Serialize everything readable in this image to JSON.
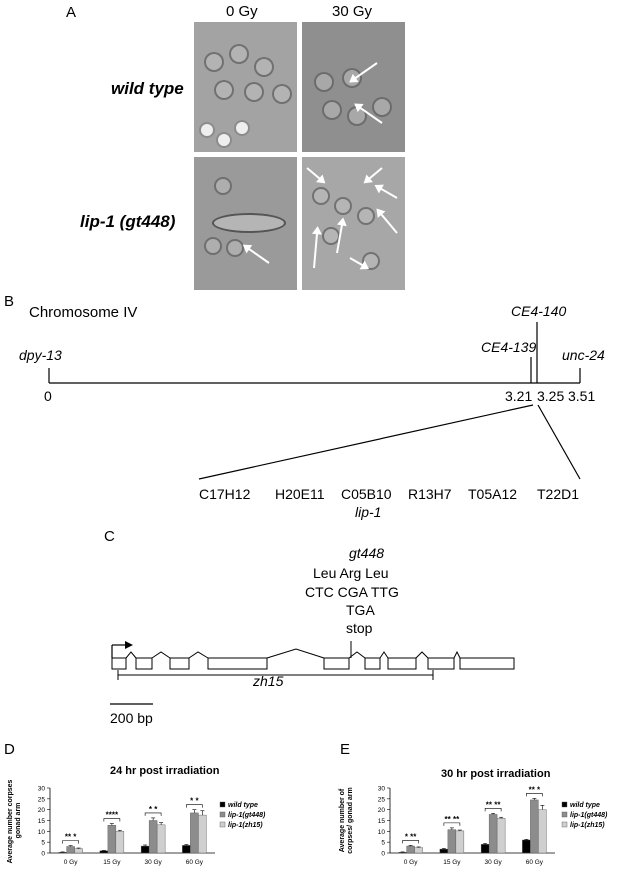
{
  "panel_a": {
    "label": "A",
    "col_headers": [
      "0 Gy",
      "30 Gy"
    ],
    "row_labels": [
      "wild type",
      "lip-1 (gt448)"
    ]
  },
  "panel_b": {
    "label": "B",
    "chromosome": "Chromosome IV",
    "markers": {
      "left": "dpy-13",
      "ce139": "CE4-139",
      "ce140": "CE4-140",
      "right": "unc-24"
    },
    "positions": [
      "0",
      "3.21",
      "3.25",
      "3.51"
    ],
    "cosmids": [
      "C17H12",
      "H20E11",
      "C05B10",
      "R13H7",
      "T05A12",
      "T22D1"
    ],
    "gene": "lip-1"
  },
  "panel_c": {
    "label": "C",
    "allele": "gt448",
    "amino_acids": "Leu Arg Leu",
    "codons": "CTC CGA TTG",
    "mutant_codon": "TGA",
    "effect": "stop",
    "deletion": "zh15",
    "scale": "200 bp"
  },
  "legend": [
    "wild type",
    "lip-1(gt448)",
    "lip-1(zh15)"
  ],
  "colors": {
    "wild_type": "#000000",
    "gt448": "#8c8c8c",
    "zh15": "#cfcfcf"
  },
  "chart_data": [
    {
      "panel": "D",
      "type": "bar",
      "title": "24 hr post irradiation",
      "ylabel": "Average number corpses/ gonad arm",
      "categories": [
        "0 Gy",
        "15 Gy",
        "30 Gy",
        "60 Gy"
      ],
      "ylim": [
        0,
        30
      ],
      "yticks": [
        0,
        5,
        10,
        15,
        20,
        25,
        30
      ],
      "series": [
        {
          "name": "wild type",
          "values": [
            0.3,
            1.0,
            3.2,
            3.5
          ],
          "errors": [
            0.2,
            0.2,
            0.5,
            0.4
          ]
        },
        {
          "name": "lip-1(gt448)",
          "values": [
            3.0,
            12.8,
            15.0,
            18.5
          ],
          "errors": [
            0.4,
            0.8,
            1.2,
            1.5
          ]
        },
        {
          "name": "lip-1(zh15)",
          "values": [
            2.0,
            10.0,
            13.0,
            17.5
          ],
          "errors": [
            0.3,
            0.5,
            1.0,
            2.0
          ]
        }
      ],
      "significance": [
        "** *",
        "****",
        "* *",
        "* *"
      ]
    },
    {
      "panel": "E",
      "type": "bar",
      "title": "30 hr post irradiation",
      "ylabel": "Average number of corpses/ gonad arm",
      "categories": [
        "0 Gy",
        "15 Gy",
        "30 Gy",
        "60 Gy"
      ],
      "ylim": [
        0,
        30
      ],
      "yticks": [
        0,
        5,
        10,
        15,
        20,
        25,
        30
      ],
      "series": [
        {
          "name": "wild type",
          "values": [
            0.3,
            1.8,
            4.0,
            6.0
          ],
          "errors": [
            0.2,
            0.3,
            0.4,
            0.3
          ]
        },
        {
          "name": "lip-1(gt448)",
          "values": [
            3.2,
            10.8,
            17.8,
            24.5
          ],
          "errors": [
            0.3,
            0.8,
            0.5,
            0.7
          ]
        },
        {
          "name": "lip-1(zh15)",
          "values": [
            2.5,
            10.2,
            16.0,
            20.0
          ],
          "errors": [
            0.3,
            0.4,
            0.5,
            2.0
          ]
        }
      ],
      "significance": [
        "* **",
        "** **",
        "** **",
        "** *"
      ]
    }
  ]
}
